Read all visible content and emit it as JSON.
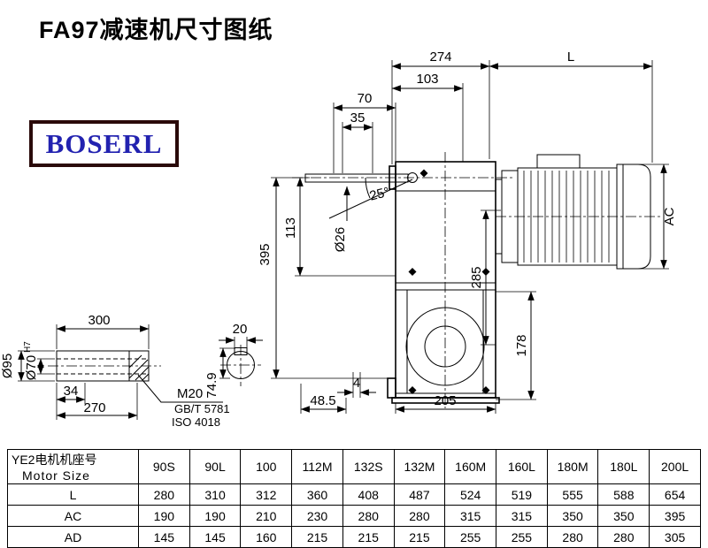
{
  "page": {
    "title": "FA97减速机尺寸图纸",
    "logo_text": "BOSERL"
  },
  "drawing": {
    "dims": {
      "w274": "274",
      "L": "L",
      "w103": "103",
      "w70": "70",
      "w35": "35",
      "h395": "395",
      "h113": "113",
      "dia26": "Ø26",
      "ang25": "25°",
      "h285": "285",
      "AC": "AC",
      "h178": "178",
      "w4": "4",
      "w48_5": "48.5",
      "w205": "205"
    },
    "shaft": {
      "len300": "300",
      "len270": "270",
      "len34": "34",
      "dia95": "Ø95",
      "dia70": "Ø70",
      "tol": "H7",
      "key20": "20",
      "key74_9": "74.9",
      "m20": "M20",
      "gbt": "GB/T 5781",
      "iso": "ISO 4018"
    }
  },
  "table": {
    "header_cn": "YE2电机机座号",
    "header_en": "Motor Size",
    "columns": [
      "90S",
      "90L",
      "100",
      "112M",
      "132S",
      "132M",
      "160M",
      "160L",
      "180M",
      "180L",
      "200L"
    ],
    "rows": [
      {
        "label": "L",
        "values": [
          "280",
          "310",
          "312",
          "360",
          "408",
          "487",
          "524",
          "519",
          "555",
          "588",
          "654"
        ]
      },
      {
        "label": "AC",
        "values": [
          "190",
          "190",
          "210",
          "230",
          "280",
          "280",
          "315",
          "315",
          "350",
          "350",
          "395"
        ]
      },
      {
        "label": "AD",
        "values": [
          "145",
          "145",
          "160",
          "215",
          "215",
          "215",
          "255",
          "255",
          "280",
          "280",
          "305"
        ]
      }
    ]
  }
}
